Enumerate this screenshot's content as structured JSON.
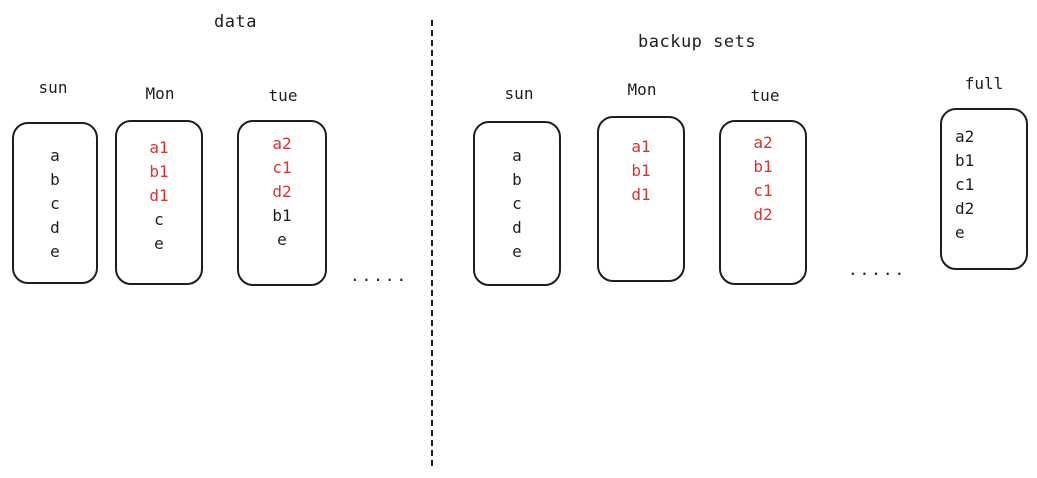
{
  "colors": {
    "ink": "#1e1e1e",
    "changed": "#e03131"
  },
  "data_section": {
    "title": "data",
    "columns": [
      {
        "label": "sun",
        "items": [
          {
            "text": "a",
            "changed": false
          },
          {
            "text": "b",
            "changed": false
          },
          {
            "text": "c",
            "changed": false
          },
          {
            "text": "d",
            "changed": false
          },
          {
            "text": "e",
            "changed": false
          }
        ]
      },
      {
        "label": "Mon",
        "items": [
          {
            "text": "a1",
            "changed": true
          },
          {
            "text": "b1",
            "changed": true
          },
          {
            "text": "d1",
            "changed": true
          },
          {
            "text": "c",
            "changed": false
          },
          {
            "text": "e",
            "changed": false
          }
        ]
      },
      {
        "label": "tue",
        "items": [
          {
            "text": "a2",
            "changed": true
          },
          {
            "text": "c1",
            "changed": true
          },
          {
            "text": "d2",
            "changed": true
          },
          {
            "text": "b1",
            "changed": false
          },
          {
            "text": "e",
            "changed": false
          }
        ]
      }
    ],
    "ellipsis": "....."
  },
  "backup_section": {
    "title": "backup sets",
    "columns": [
      {
        "label": "sun",
        "items": [
          {
            "text": "a",
            "changed": false
          },
          {
            "text": "b",
            "changed": false
          },
          {
            "text": "c",
            "changed": false
          },
          {
            "text": "d",
            "changed": false
          },
          {
            "text": "e",
            "changed": false
          }
        ]
      },
      {
        "label": "Mon",
        "items": [
          {
            "text": "a1",
            "changed": true
          },
          {
            "text": "b1",
            "changed": true
          },
          {
            "text": "d1",
            "changed": true
          }
        ]
      },
      {
        "label": "tue",
        "items": [
          {
            "text": "a2",
            "changed": true
          },
          {
            "text": "b1",
            "changed": true
          },
          {
            "text": "c1",
            "changed": true
          },
          {
            "text": "d2",
            "changed": true
          }
        ]
      },
      {
        "label": "full",
        "items": [
          {
            "text": "a2",
            "changed": false
          },
          {
            "text": "b1",
            "changed": false
          },
          {
            "text": "c1",
            "changed": false
          },
          {
            "text": "d2",
            "changed": false
          },
          {
            "text": "e",
            "changed": false
          }
        ]
      }
    ],
    "ellipsis": "....."
  }
}
